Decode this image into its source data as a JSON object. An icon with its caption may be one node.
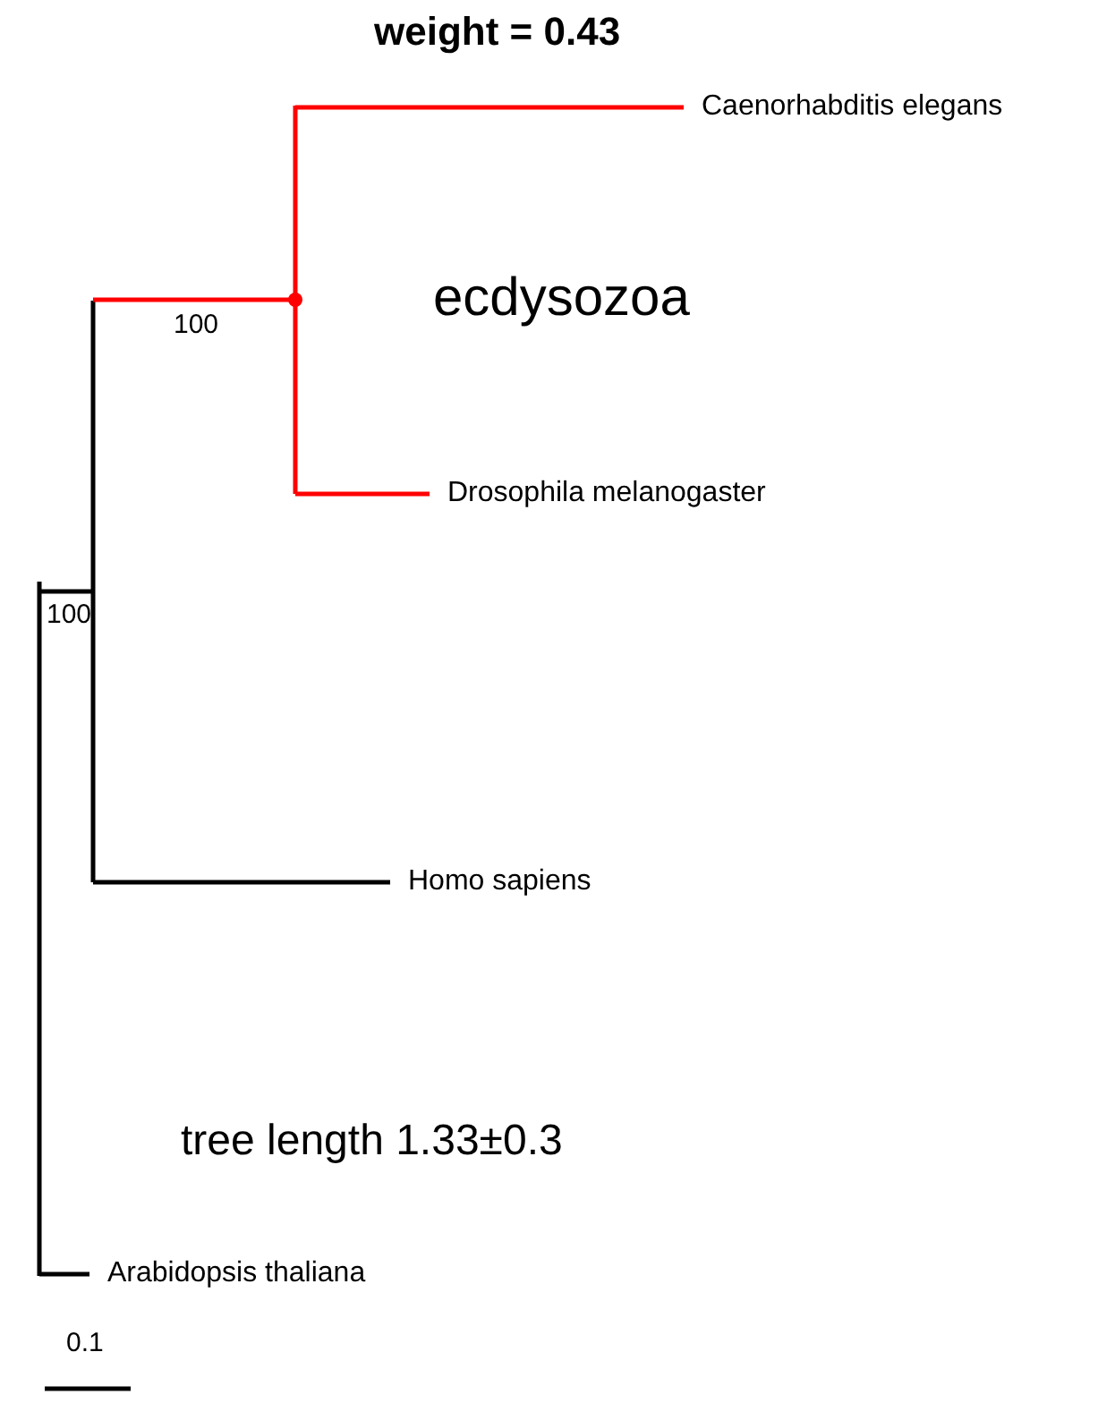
{
  "diagram": {
    "title": "weight = 0.43",
    "nodes": [
      {
        "text": [],
        "shape": "bar"
      },
      {
        "text": [],
        "shape": "bar",
        "beside": [
          "100"
        ]
      },
      {
        "text": [],
        "shape": "dot",
        "beside": [
          "100"
        ]
      },
      {
        "text": [
          "Caenorhabditis elegans"
        ]
      },
      {
        "text": [
          "Drosophila melanogaster"
        ]
      },
      {
        "text": [
          "Homo sapiens"
        ]
      },
      {
        "text": [
          "Arabidopsis thaliana"
        ]
      }
    ],
    "edges": [
      {
        "from": 0,
        "to": 1,
        "arrow": "none"
      },
      {
        "from": 1,
        "to": 2,
        "arrow": "none",
        "color": "#ff0000"
      },
      {
        "from": 2,
        "to": 3,
        "arrow": "none",
        "color": "#ff0000"
      },
      {
        "from": 2,
        "to": 4,
        "arrow": "none",
        "color": "#ff0000"
      },
      {
        "from": 1,
        "to": 5,
        "arrow": "none"
      },
      {
        "from": 0,
        "to": 6,
        "arrow": "none"
      }
    ],
    "labels": [
      "ecdysozoa",
      "tree length 1.33±0.3",
      "0.1"
    ]
  }
}
